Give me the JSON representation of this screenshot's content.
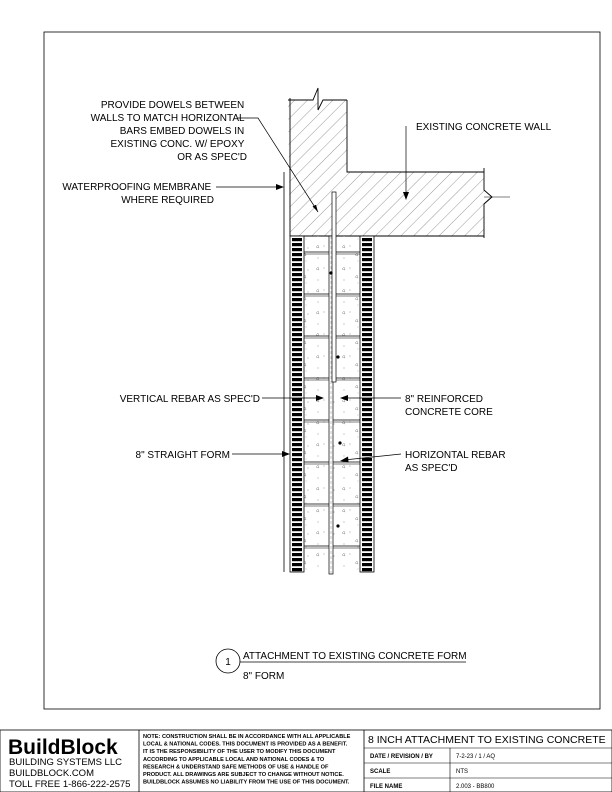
{
  "labels": {
    "dowels": [
      "PROVIDE DOWELS BETWEEN",
      "WALLS TO MATCH HORIZONTAL",
      "BARS EMBED DOWELS IN",
      "EXISTING CONC. W/ EPOXY",
      "OR AS SPEC'D"
    ],
    "existing_wall": "EXISTING CONCRETE WALL",
    "waterproofing": [
      "WATERPROOFING MEMBRANE",
      "WHERE REQUIRED"
    ],
    "vertical_rebar": "VERTICAL REBAR AS SPEC'D",
    "reinforced_core": [
      "8\" REINFORCED",
      "CONCRETE CORE"
    ],
    "straight_form": "8\" STRAIGHT FORM",
    "horizontal_rebar": [
      "HORIZONTAL REBAR",
      "AS SPEC'D"
    ]
  },
  "detail": {
    "number": "1",
    "title": "ATTACHMENT TO EXISTING CONCRETE FORM",
    "subtitle": "8\" FORM"
  },
  "title_block": {
    "brand": "BuildBlock",
    "company_lines": [
      "BUILDING SYSTEMS LLC",
      "BUILDBLOCK.COM",
      "TOLL FREE 1-866-222-2575"
    ],
    "note_lines": [
      "NOTE: CONSTRUCTION SHALL BE IN ACCORDANCE WITH ALL APPLICABLE",
      "LOCAL & NATIONAL CODES. THIS DOCUMENT IS PROVIDED AS A BENEFIT.",
      "IT IS THE RESPONSIBILITY OF THE USER TO MODIFY THIS DOCUMENT",
      "ACCORDING TO APPLICABLE LOCAL AND NATIONAL CODES & TO",
      "RESEARCH & UNDERSTAND SAFE METHODS OF USE & HANDLE OF",
      "PRODUCT. ALL DRAWINGS ARE SUBJECT TO CHANGE WITHOUT NOTICE.",
      "BUILDBLOCK ASSUMES NO LIABILITY FROM THE USE OF THIS DOCUMENT."
    ],
    "drawing_title": "8 INCH ATTACHMENT TO EXISTING CONCRETE",
    "rows": [
      {
        "label": "DATE / REVISION / BY",
        "value": "7-2-23 / 1 / AQ"
      },
      {
        "label": "SCALE",
        "value": "NTS"
      },
      {
        "label": "FILE NAME",
        "value": "2.003 - BB800"
      }
    ]
  },
  "colors": {
    "line": "#000000",
    "hatch": "#555555",
    "background": "#ffffff"
  }
}
